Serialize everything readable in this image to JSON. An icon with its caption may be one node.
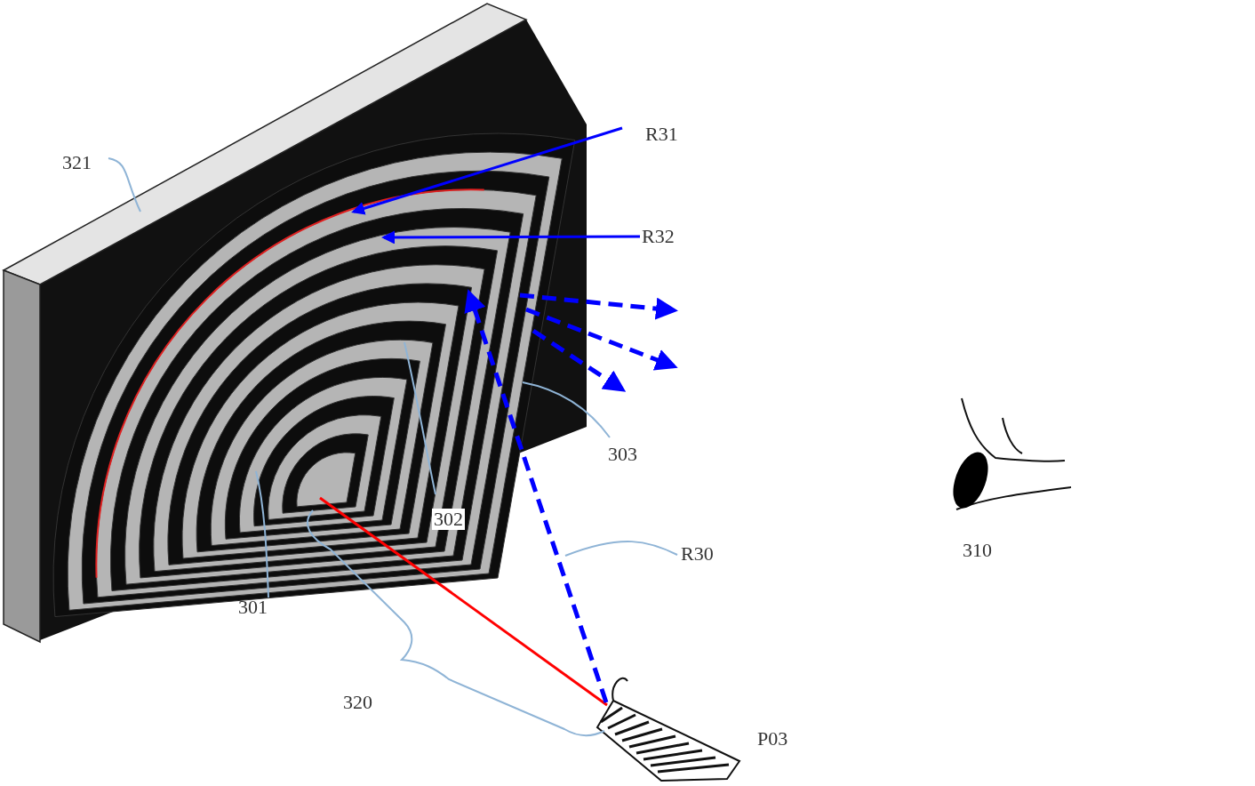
{
  "diagram": {
    "nodes": [
      {
        "text": [],
        "shape": "picture"
      },
      {
        "text": [],
        "shape": "picture",
        "beside": [
          "P03"
        ]
      },
      {
        "text": [],
        "shape": "picture",
        "beside": [
          "310"
        ]
      },
      {
        "text": [
          "321"
        ]
      },
      {
        "text": [
          "R31"
        ]
      },
      {
        "text": [
          "R32"
        ]
      },
      {
        "text": [
          "303"
        ]
      },
      {
        "text": [
          "302"
        ]
      },
      {
        "text": [
          "301"
        ]
      },
      {
        "text": [
          "R30"
        ]
      }
    ],
    "edges": [
      {
        "from": 1,
        "to": 0,
        "arrow": "none",
        "color": "#ff0000"
      },
      {
        "from": 1,
        "to": 0,
        "arrow": "to",
        "style": "dashed",
        "color": "#0000ff"
      },
      {
        "from": 0,
        "to": null,
        "arrow": "to",
        "style": "dashed",
        "color": "#0000ff"
      },
      {
        "from": 0,
        "to": null,
        "arrow": "to",
        "style": "dashed",
        "color": "#0000ff"
      },
      {
        "from": 0,
        "to": null,
        "arrow": "to",
        "style": "dashed",
        "color": "#0000ff"
      },
      {
        "from": 3,
        "to": 0,
        "arrow": "none",
        "color": "#8fb4d6"
      },
      {
        "from": 4,
        "to": 0,
        "arrow": "to",
        "color": "#0000ff"
      },
      {
        "from": 5,
        "to": 0,
        "arrow": "to",
        "color": "#0000ff"
      },
      {
        "from": 6,
        "to": 0,
        "arrow": "none",
        "color": "#8fb4d6"
      },
      {
        "from": 7,
        "to": 0,
        "arrow": "none",
        "color": "#8fb4d6"
      },
      {
        "from": 8,
        "to": 0,
        "arrow": "none",
        "color": "#8fb4d6"
      },
      {
        "from": 9,
        "to": null,
        "arrow": "none",
        "color": "#8fb4d6"
      }
    ],
    "labels": [
      "320"
    ]
  }
}
